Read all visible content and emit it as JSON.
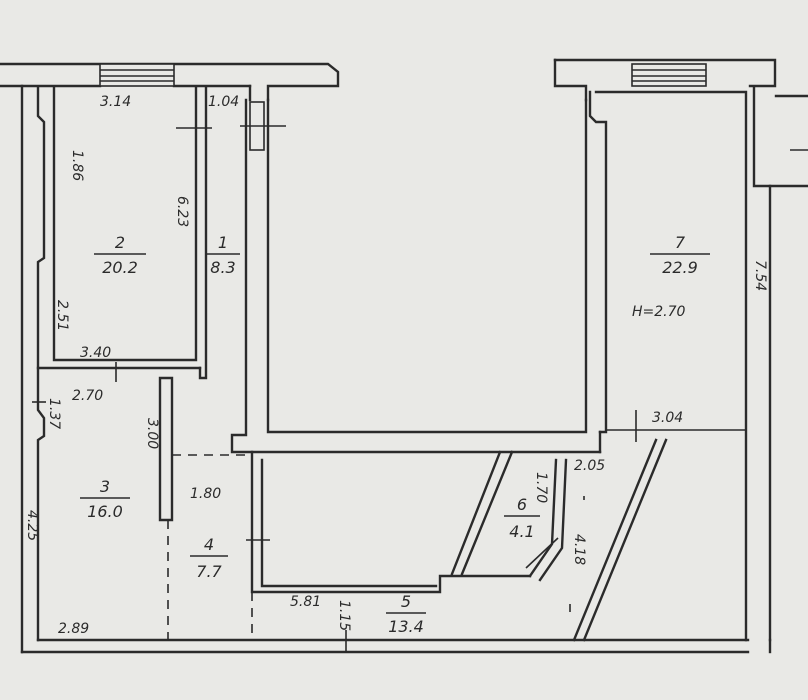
{
  "rooms": [
    {
      "number": "1",
      "area": "8.3"
    },
    {
      "number": "2",
      "area": "20.2"
    },
    {
      "number": "3",
      "area": "16.0"
    },
    {
      "number": "4",
      "area": "7.7"
    },
    {
      "number": "5",
      "area": "13.4"
    },
    {
      "number": "6",
      "area": "4.1"
    },
    {
      "number": "7",
      "area": "22.9"
    }
  ],
  "ceiling_height": "H=2.70",
  "dimensions": {
    "r2_top": "3.14",
    "r1_top": "1.04",
    "r2_left_upper": "1.86",
    "r2_right": "6.23",
    "r2_left_lower": "2.51",
    "r2_bottom": "3.40",
    "r3_top": "2.70",
    "r3_left_upper": "1.37",
    "r3_partition": "3.00",
    "r4_width": "1.80",
    "r3_left": "4.25",
    "r3_bottom": "2.89",
    "r5_top": "5.81",
    "r5_side": "1.15",
    "r6_side": "1.70",
    "r6_top_right": "2.05",
    "r6_right": "4.18",
    "r7_bottom": "3.04",
    "r7_right": "7.54"
  }
}
